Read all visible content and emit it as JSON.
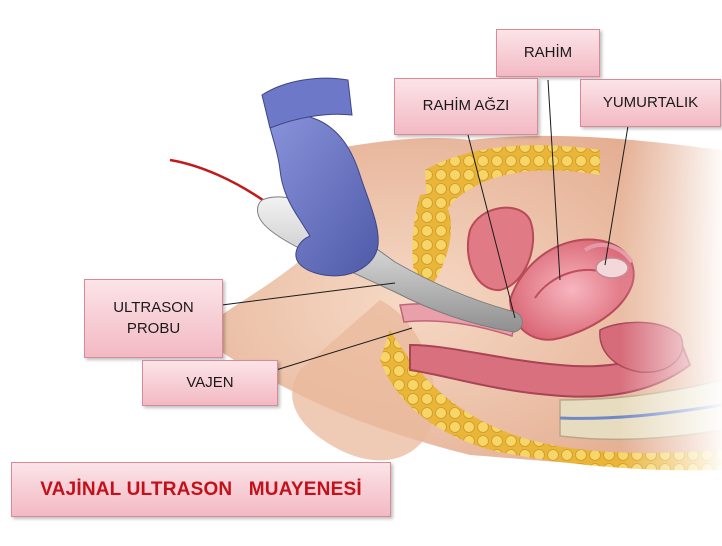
{
  "labels": {
    "rahim": "RAHİM",
    "rahim_agzi": "RAHİM AĞZI",
    "yumurtalik": "YUMURTALIK",
    "ultrason_probu_line1": "ULTRASON",
    "ultrason_probu_line2": "PROBU",
    "vajen": "VAJEN"
  },
  "title": "VAJİNAL ULTRASON   MUAYENESİ",
  "colors": {
    "label_fill": "#f3b9c3",
    "label_border": "#d98a99",
    "title_text": "#c4101a",
    "glove": "#6d78c9",
    "skin": "#f0c7ad",
    "fat": "#f2c94c",
    "uterus": "#e88a96"
  }
}
